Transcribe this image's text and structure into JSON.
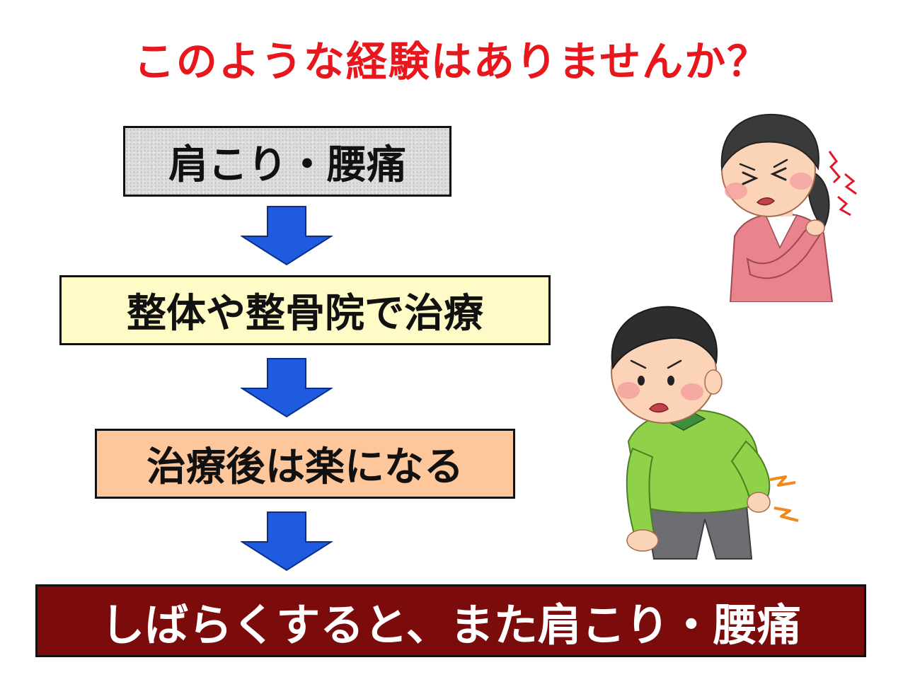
{
  "title": "このような経験はありませんか？",
  "flow": {
    "step1": "肩こり・腰痛",
    "step2": "整体や整骨院で治療",
    "step3": "治療後は楽になる",
    "step4": "しばらくすると、また肩こり・腰痛"
  },
  "illustrations": [
    {
      "icon": "woman-shoulder-pain-icon"
    },
    {
      "icon": "man-back-pain-icon"
    }
  ],
  "colors": {
    "title": "#e8171d",
    "arrow": "#1e5be0",
    "step1_bg": "#dcdcdc",
    "step2_bg": "#fffbc7",
    "step3_bg": "#fdc79b",
    "step4_bg": "#7c0c0c"
  }
}
